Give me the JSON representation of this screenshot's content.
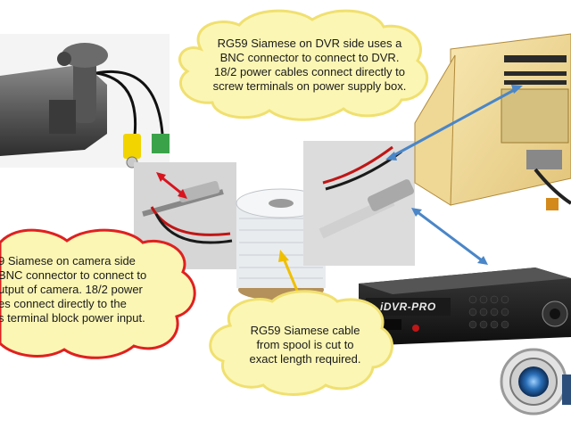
{
  "callouts": {
    "dvr_side": {
      "lines": [
        "RG59 Siamese on DVR side uses a",
        "BNC connector to connect to DVR.",
        "18/2 power cables connect directly to",
        "screw terminals on power supply box."
      ]
    },
    "camera_side": {
      "lines": [
        "9 Siamese on camera side",
        "BNC connector to connect to",
        "utput of camera. 18/2 power",
        "es connect directly to the",
        "s terminal block power input."
      ]
    },
    "spool": {
      "lines": [
        "RG59 Siamese cable",
        "from spool is cut to",
        "exact length required."
      ]
    }
  },
  "dvr_brand_label": "iDVR-PRO",
  "colors": {
    "dvr_cloud_fill": "#fbf6b4",
    "camera_cloud_fill": "#fbf6b4",
    "camera_cloud_stroke": "#e02020",
    "spool_cloud_fill": "#fbf6b4",
    "arrow_red": "#d8141e",
    "arrow_blue": "#4a86c8",
    "arrow_yellow": "#f0c000"
  },
  "icons": [
    "camera-icon",
    "cable-spool-icon",
    "power-supply-box-icon",
    "dvr-recorder-icon",
    "logo-icon"
  ]
}
